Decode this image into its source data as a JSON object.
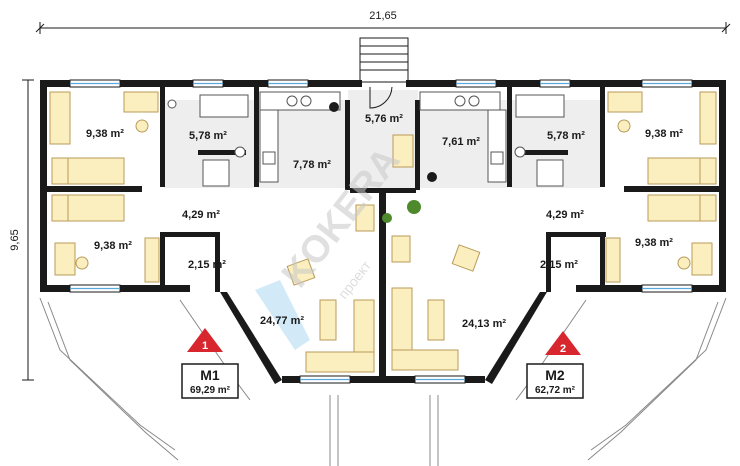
{
  "overall_width": "21,65",
  "overall_depth": "9,65",
  "rooms": [
    {
      "id": "bed-tl",
      "label": "9,38 m²"
    },
    {
      "id": "bath-l",
      "label": "5,78 m²"
    },
    {
      "id": "kitchen-l",
      "label": "7,78 m²"
    },
    {
      "id": "hall-top",
      "label": "5,76 m²"
    },
    {
      "id": "kitchen-r",
      "label": "7,61 m²"
    },
    {
      "id": "bath-r",
      "label": "5,78 m²"
    },
    {
      "id": "bed-tr",
      "label": "9,38 m²"
    },
    {
      "id": "hall-l",
      "label": "4,29 m²"
    },
    {
      "id": "hall-r",
      "label": "4,29 m²"
    },
    {
      "id": "bed-bl",
      "label": "9,38 m²"
    },
    {
      "id": "bed-br",
      "label": "9,38 m²"
    },
    {
      "id": "wc-l",
      "label": "2,15 m²"
    },
    {
      "id": "wc-r",
      "label": "2,15 m²"
    },
    {
      "id": "living-l",
      "label": "24,77 m²"
    },
    {
      "id": "living-r",
      "label": "24,13 m²"
    }
  ],
  "units": [
    {
      "name": "M1",
      "area": "69,29 m²",
      "marker": "1"
    },
    {
      "name": "M2",
      "area": "62,72 m²",
      "marker": "2"
    }
  ],
  "watermark": "KOKERA",
  "watermark_sub": "проект",
  "colors": {
    "wall": "#1a1a1a",
    "accent": "#d7262d",
    "furniture": "#fbeebf",
    "floor": "#eeeeee",
    "window": "#5aa9dc"
  }
}
